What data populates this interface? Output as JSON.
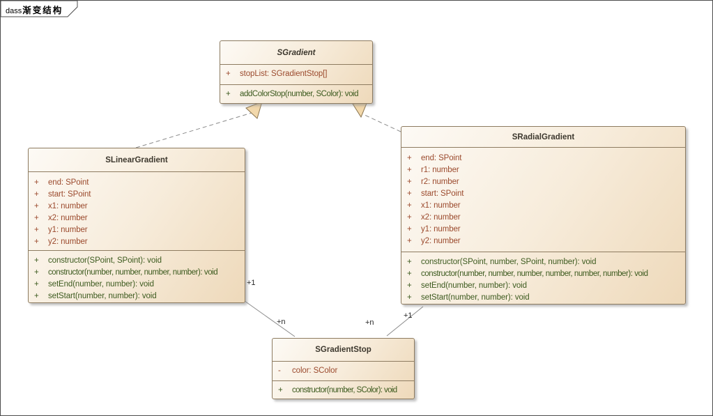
{
  "frame": {
    "keyword": "dass",
    "title": "渐变结构"
  },
  "colors": {
    "attribute_text": "#9b4a2d",
    "method_text": "#3c5a1e",
    "box_border": "#8d7b60",
    "box_fill_light": "#fdfaf5",
    "box_fill_dark": "#eed9ba",
    "arrowhead_fill": "#f2d8ab",
    "connector_line": "#8a8a8a",
    "frame_border": "#4c4c4c"
  },
  "classes": [
    {
      "name": "SGradient",
      "abstract": true,
      "attributes": [
        {
          "vis": "+",
          "text": "stopList: SGradientStop[]"
        }
      ],
      "methods": [
        {
          "vis": "+",
          "text": "addColorStop(number, SColor): void"
        }
      ]
    },
    {
      "name": "SLinearGradient",
      "abstract": false,
      "attributes": [
        {
          "vis": "+",
          "text": "end: SPoint"
        },
        {
          "vis": "+",
          "text": "start: SPoint"
        },
        {
          "vis": "+",
          "text": "x1: number"
        },
        {
          "vis": "+",
          "text": "x2: number"
        },
        {
          "vis": "+",
          "text": "y1: number"
        },
        {
          "vis": "+",
          "text": "y2: number"
        }
      ],
      "methods": [
        {
          "vis": "+",
          "text": "constructor(SPoint, SPoint): void"
        },
        {
          "vis": "+",
          "text": "constructor(number, number, number, number): void"
        },
        {
          "vis": "+",
          "text": "setEnd(number, number): void"
        },
        {
          "vis": "+",
          "text": "setStart(number, number): void"
        }
      ]
    },
    {
      "name": "SRadialGradient",
      "abstract": false,
      "attributes": [
        {
          "vis": "+",
          "text": "end: SPoint"
        },
        {
          "vis": "+",
          "text": "r1: number"
        },
        {
          "vis": "+",
          "text": "r2: number"
        },
        {
          "vis": "+",
          "text": "start: SPoint"
        },
        {
          "vis": "+",
          "text": "x1: number"
        },
        {
          "vis": "+",
          "text": "x2: number"
        },
        {
          "vis": "+",
          "text": "y1: number"
        },
        {
          "vis": "+",
          "text": "y2: number"
        }
      ],
      "methods": [
        {
          "vis": "+",
          "text": "constructor(SPoint, number, SPoint, number): void"
        },
        {
          "vis": "+",
          "text": "constructor(number, number, number, number, number, number): void"
        },
        {
          "vis": "+",
          "text": "setEnd(number, number): void"
        },
        {
          "vis": "+",
          "text": "setStart(number, number): void"
        }
      ]
    },
    {
      "name": "SGradientStop",
      "abstract": false,
      "attributes": [
        {
          "vis": "-",
          "text": "color: SColor"
        }
      ],
      "methods": [
        {
          "vis": "+",
          "text": "constructor(number, SColor): void"
        }
      ]
    }
  ],
  "edges": {
    "linear_end": "+1",
    "linear_stop": "+n",
    "radial_stop": "+n",
    "radial_end": "+1"
  }
}
